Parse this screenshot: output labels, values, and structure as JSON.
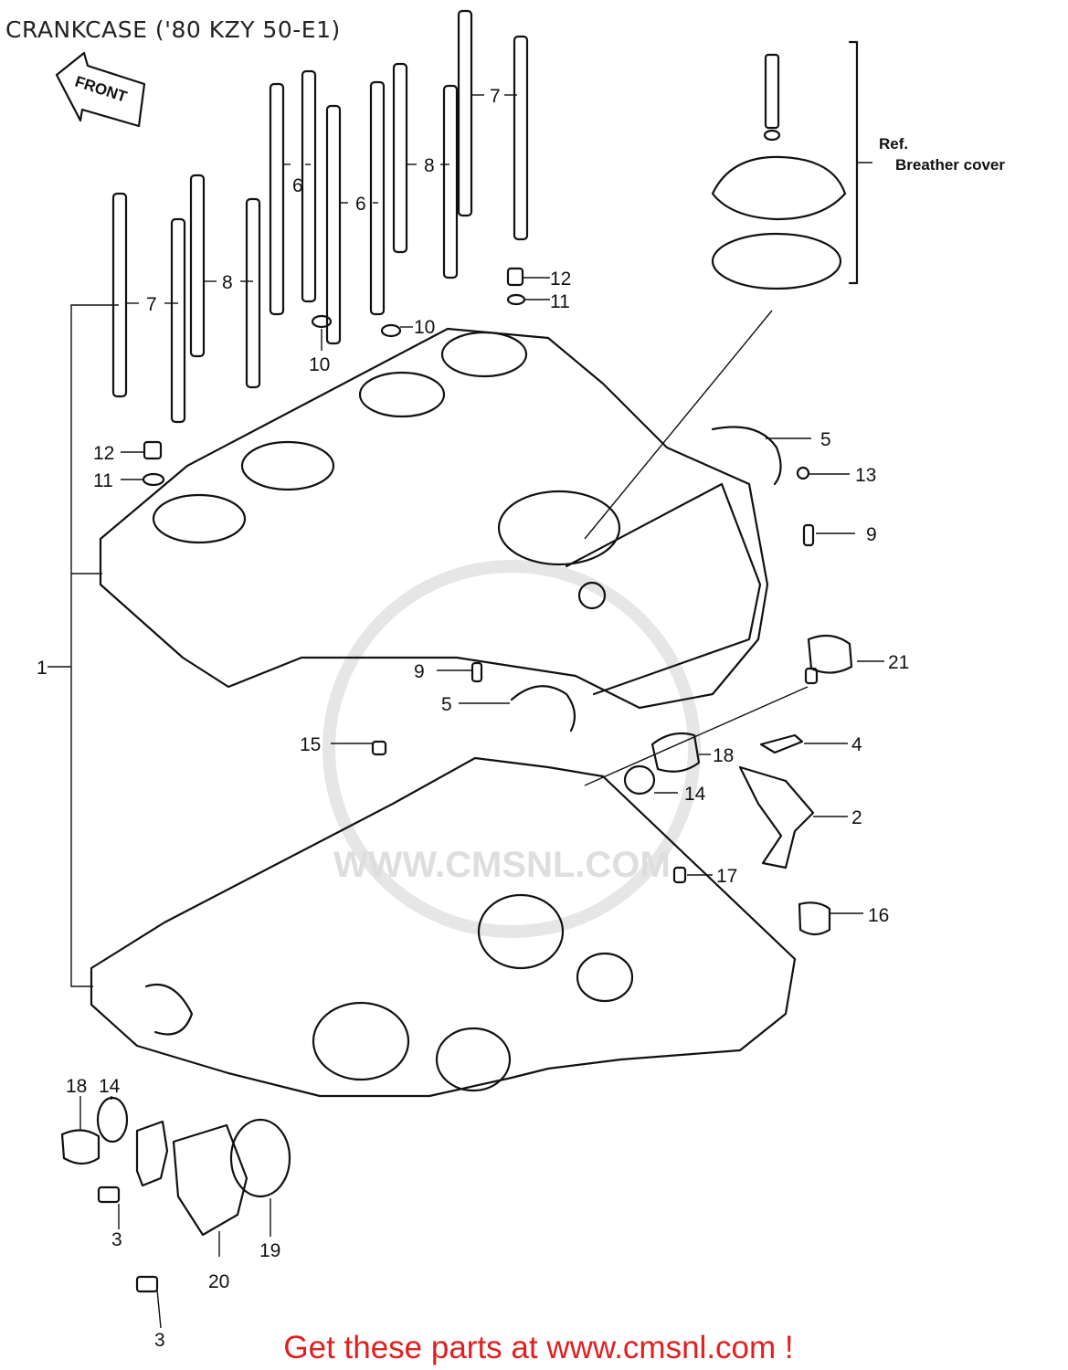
{
  "title": "CRANKCASE ('80 KZY 50-E1)",
  "front_badge": "FRONT",
  "ref_note": {
    "line1": "Ref.",
    "line2": "Breather cover"
  },
  "watermark": "WWW.CMSNL.COM",
  "callouts": [
    {
      "id": "label-1",
      "text": "1"
    },
    {
      "id": "label-2",
      "text": "2"
    },
    {
      "id": "label-3a",
      "text": "3"
    },
    {
      "id": "label-3b",
      "text": "3"
    },
    {
      "id": "label-4",
      "text": "4"
    },
    {
      "id": "label-5a",
      "text": "5"
    },
    {
      "id": "label-5b",
      "text": "5"
    },
    {
      "id": "label-6a",
      "text": "6"
    },
    {
      "id": "label-6b",
      "text": "6"
    },
    {
      "id": "label-7a",
      "text": "7"
    },
    {
      "id": "label-7b",
      "text": "7"
    },
    {
      "id": "label-8a",
      "text": "8"
    },
    {
      "id": "label-8b",
      "text": "8"
    },
    {
      "id": "label-9a",
      "text": "9"
    },
    {
      "id": "label-9b",
      "text": "9"
    },
    {
      "id": "label-10a",
      "text": "10"
    },
    {
      "id": "label-10b",
      "text": "10"
    },
    {
      "id": "label-11a",
      "text": "11"
    },
    {
      "id": "label-11b",
      "text": "11"
    },
    {
      "id": "label-12a",
      "text": "12"
    },
    {
      "id": "label-12b",
      "text": "12"
    },
    {
      "id": "label-13",
      "text": "13"
    },
    {
      "id": "label-14a",
      "text": "14"
    },
    {
      "id": "label-14b",
      "text": "14"
    },
    {
      "id": "label-15",
      "text": "15"
    },
    {
      "id": "label-16",
      "text": "16"
    },
    {
      "id": "label-17",
      "text": "17"
    },
    {
      "id": "label-18a",
      "text": "18"
    },
    {
      "id": "label-18b",
      "text": "18"
    },
    {
      "id": "label-19",
      "text": "19"
    },
    {
      "id": "label-20",
      "text": "20"
    },
    {
      "id": "label-21",
      "text": "21"
    }
  ],
  "cta": {
    "text": "Get these parts at www.cmsnl.com !",
    "color": "#e02020"
  }
}
